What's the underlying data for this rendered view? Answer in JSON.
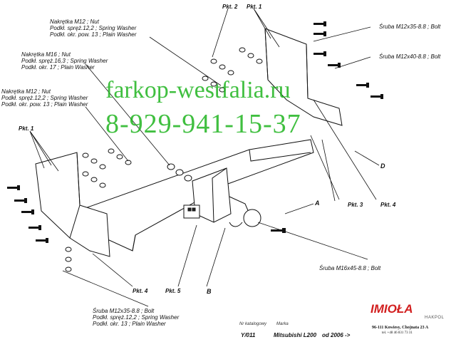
{
  "labels": {
    "nut_m12_top": [
      "Nakrętka M12 ; Nut",
      "Podkł. spręż.12,2 ; Spring Washer",
      "Podkł. okr. pow. 13 ; Plain Washer"
    ],
    "nut_m16": [
      "Nakrętka M16 ; Nut",
      "Podkł. spręż.16,3 ; Spring Washer",
      "Podkł. okr. 17 ; Plain Washer"
    ],
    "nut_m12_left": [
      "Nakrętka M12 ; Nut",
      "Podkł. spręż.12,2 ; Spring Washer",
      "Podkł. okr. pow. 13 ; Plain Washer"
    ],
    "bolt_m12x35_right": "Śruba M12x35-8.8 ; Bolt",
    "bolt_m12x40": "Śruba M12x40-8.8 ; Bolt",
    "bolt_m16x45": "Śruba M16x45-8.8 ; Bolt",
    "bolt_m12x35_bottom": [
      "Śruba M12x35-8.8 ; Bolt",
      "Podkł. spręż.12,2 ; Spring Washer",
      "Podkł. okr. 13 ; Plain Washer"
    ]
  },
  "pkt": {
    "p2_top": "Pkt. 2",
    "p1_top": "Pkt. 1",
    "p1_left": "Pkt. 1",
    "p3": "Pkt. 3",
    "p4_right": "Pkt. 4",
    "p4_bottom": "Pkt. 4",
    "p5": "Pkt. 5"
  },
  "letters": {
    "a": "A",
    "b": "B",
    "d": "D"
  },
  "watermark": {
    "site": "farkop-westfalia.ru",
    "phone": "8-929-941-15-37",
    "color": "#1fb51f"
  },
  "title_block": {
    "catalog_label": "Nr katalogowy",
    "catalog_value": "Y/011",
    "brand_label": "Marka",
    "model": "Mitsubishi L200",
    "from": "od  2006 ->"
  },
  "company": {
    "logo": "IMIOŁA",
    "sub": "HAKPOL",
    "address": "96-111 Kowiesy, Chojnata 23 A",
    "tel": "tel. +48 46 831 73 31",
    "brand_color": "#d21f1f"
  }
}
